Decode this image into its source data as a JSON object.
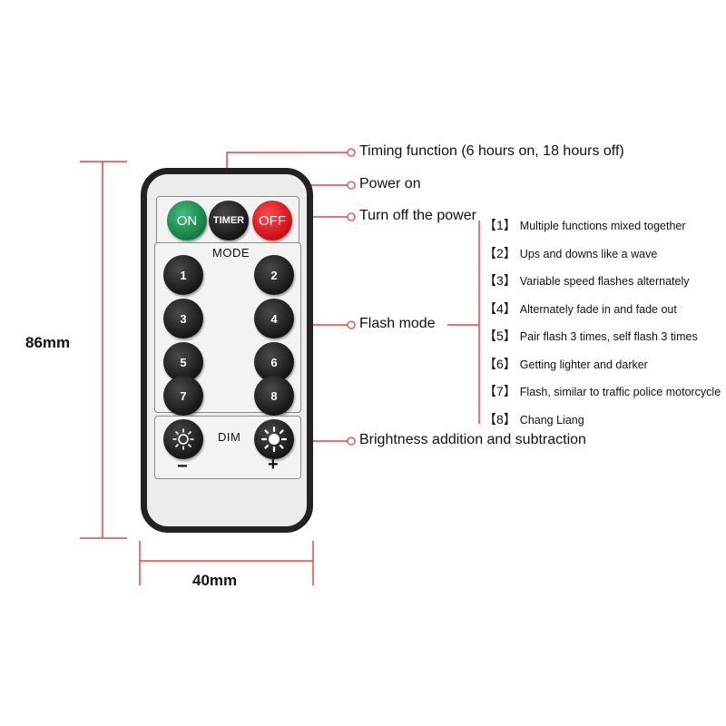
{
  "remote": {
    "top_buttons": [
      {
        "label": "ON",
        "color": "#1f9d5c"
      },
      {
        "label": "TIMER",
        "color": "#222222"
      },
      {
        "label": "OFF",
        "color": "#e3141c"
      }
    ],
    "mode_label": "MODE",
    "mode_buttons": [
      "1",
      "2",
      "3",
      "4",
      "5",
      "6",
      "7",
      "8"
    ],
    "dim_label": "DIM",
    "dim_minus": "−",
    "dim_plus": "+",
    "sun_icons": [
      "sun-small-icon",
      "sun-large-icon"
    ]
  },
  "callouts": {
    "timing": "Timing function (6 hours on, 18 hours off)",
    "power_on": "Power on",
    "power_off": "Turn off the power",
    "flash_mode": "Flash mode",
    "brightness": "Brightness addition and subtraction"
  },
  "flash_modes": [
    {
      "num": "【1】",
      "text": "Multiple functions mixed together"
    },
    {
      "num": "【2】",
      "text": "Ups and downs like a wave"
    },
    {
      "num": "【3】",
      "text": "Variable speed flashes alternately"
    },
    {
      "num": "【4】",
      "text": "Alternately fade in and fade out"
    },
    {
      "num": "【5】",
      "text": "Pair flash 3 times, self flash 3 times"
    },
    {
      "num": "【6】",
      "text": "Getting lighter and darker"
    },
    {
      "num": "【7】",
      "text": "Flash, similar to traffic police motorcycle"
    },
    {
      "num": "【8】",
      "text": "Chang Liang"
    }
  ],
  "dimensions": {
    "height": "86mm",
    "width": "40mm"
  },
  "colors": {
    "accent_line": "#e0474c",
    "remote_body": "#222222",
    "on_button": "#1f9d5c",
    "off_button": "#e3141c"
  }
}
